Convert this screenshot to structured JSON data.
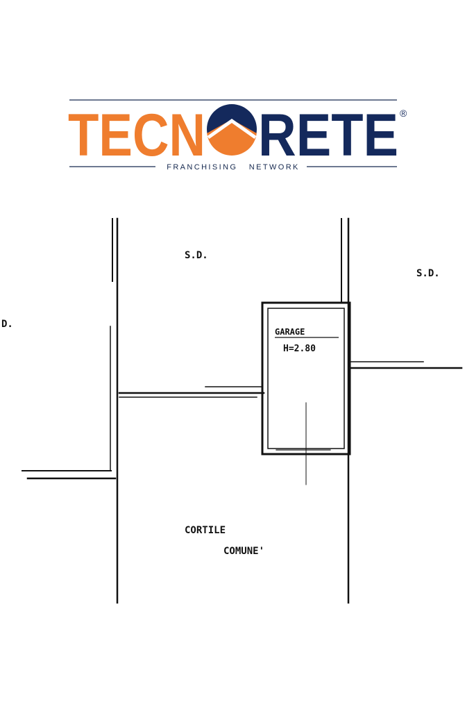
{
  "colors": {
    "brand_orange": "#ef7d2e",
    "brand_navy": "#14295c",
    "line": "#16294f",
    "ink": "#111111"
  },
  "logo": {
    "part_orange": "TECN",
    "part_navy": "RETE",
    "registered_mark": "®",
    "tagline": "FRANCHISING   NETWORK"
  },
  "plan": {
    "label_top_center": "S.D.",
    "label_right": "S.D.",
    "label_left": "D.",
    "garage_name": "GARAGE",
    "garage_height": "H=2.80",
    "courtyard_line1": "CORTILE",
    "courtyard_line2": "COMUNE'"
  }
}
